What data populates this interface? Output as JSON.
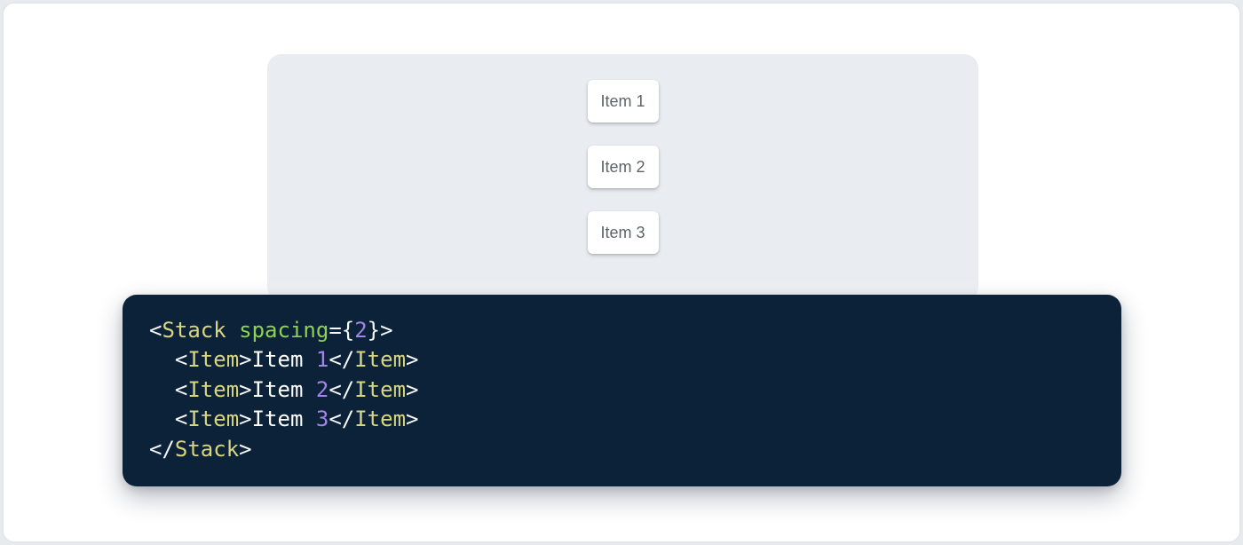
{
  "colors": {
    "page-bg": "#e8ebee",
    "frame-bg": "#ffffff",
    "frame-border": "#e3e7eb",
    "panel-bg": "#e9edf1",
    "card-bg": "#ffffff",
    "card-text": "#5f6368",
    "code-bg": "#0c2239",
    "tok-tag": "#d8d581",
    "tok-attr": "#8ed155",
    "tok-num": "#a385e8",
    "tok-punc": "#f5f7f9",
    "tok-plain": "#ffffff"
  },
  "demo": {
    "items": [
      {
        "label": "Item 1"
      },
      {
        "label": "Item 2"
      },
      {
        "label": "Item 3"
      }
    ]
  },
  "code": {
    "lines": [
      {
        "tokens": [
          {
            "t": "punc",
            "v": "<"
          },
          {
            "t": "tag",
            "v": "Stack"
          },
          {
            "t": "plain",
            "v": " "
          },
          {
            "t": "attr",
            "v": "spacing"
          },
          {
            "t": "punc",
            "v": "={"
          },
          {
            "t": "num",
            "v": "2"
          },
          {
            "t": "punc",
            "v": "}>"
          }
        ]
      },
      {
        "tokens": [
          {
            "t": "plain",
            "v": "  "
          },
          {
            "t": "punc",
            "v": "<"
          },
          {
            "t": "tag",
            "v": "Item"
          },
          {
            "t": "punc",
            "v": ">"
          },
          {
            "t": "plain",
            "v": "Item "
          },
          {
            "t": "num",
            "v": "1"
          },
          {
            "t": "punc",
            "v": "</"
          },
          {
            "t": "tag",
            "v": "Item"
          },
          {
            "t": "punc",
            "v": ">"
          }
        ]
      },
      {
        "tokens": [
          {
            "t": "plain",
            "v": "  "
          },
          {
            "t": "punc",
            "v": "<"
          },
          {
            "t": "tag",
            "v": "Item"
          },
          {
            "t": "punc",
            "v": ">"
          },
          {
            "t": "plain",
            "v": "Item "
          },
          {
            "t": "num",
            "v": "2"
          },
          {
            "t": "punc",
            "v": "</"
          },
          {
            "t": "tag",
            "v": "Item"
          },
          {
            "t": "punc",
            "v": ">"
          }
        ]
      },
      {
        "tokens": [
          {
            "t": "plain",
            "v": "  "
          },
          {
            "t": "punc",
            "v": "<"
          },
          {
            "t": "tag",
            "v": "Item"
          },
          {
            "t": "punc",
            "v": ">"
          },
          {
            "t": "plain",
            "v": "Item "
          },
          {
            "t": "num",
            "v": "3"
          },
          {
            "t": "punc",
            "v": "</"
          },
          {
            "t": "tag",
            "v": "Item"
          },
          {
            "t": "punc",
            "v": ">"
          }
        ]
      },
      {
        "tokens": [
          {
            "t": "punc",
            "v": "</"
          },
          {
            "t": "tag",
            "v": "Stack"
          },
          {
            "t": "punc",
            "v": ">"
          }
        ]
      }
    ]
  }
}
